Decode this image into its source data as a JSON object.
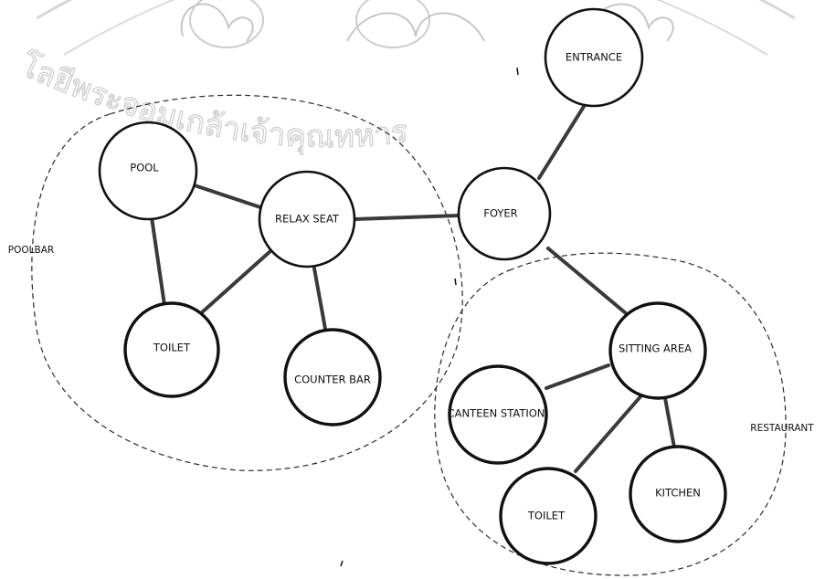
{
  "watermark": {
    "text": "โลยีพระจอมเกล้าเจ้าคุณทหาร",
    "color": "#c8c8c8"
  },
  "zones": {
    "poolbar": {
      "label": "POOLBAR"
    },
    "restaurant": {
      "label": "RESTAURANT"
    }
  },
  "nodes": {
    "entrance": "ENTRANCE",
    "pool": "POOL",
    "relax_seat": "RELAX SEAT",
    "foyer": "FOYER",
    "toilet_pool": "TOILET",
    "counter_bar": "COUNTER BAR",
    "sitting_area": "SITTING AREA",
    "canteen_station": "CANTEEN STATION",
    "restaurant_toilet": "TOILET",
    "kitchen": "KITCHEN"
  },
  "colors": {
    "stroke": "#111111",
    "connector": "#3a3a3a",
    "zone_boundary": "#2a2a2a"
  }
}
